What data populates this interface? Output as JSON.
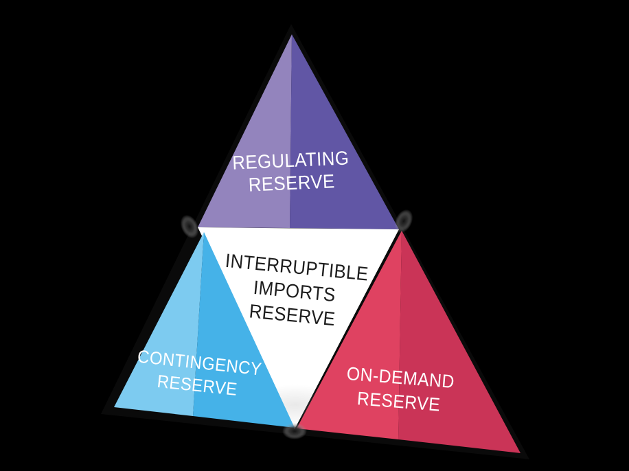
{
  "canvas": {
    "background_color": "#000000"
  },
  "diagram": {
    "type": "pyramid-infographic",
    "outline_color": "#0a0a0a",
    "backdrop_color": "#000000",
    "fold_shadow_color": "#6b6b6b",
    "sections": {
      "regulating": {
        "line1": "REGULATING",
        "line2": "RESERVE",
        "text_color": "#ffffff",
        "fill_left": "#9384bd",
        "fill_right": "#6156a5"
      },
      "interruptible": {
        "line1": "INTERRUPTIBLE",
        "line2": "IMPORTS",
        "line3": "RESERVE",
        "text_color": "#1d1d1d",
        "fill": "#ffffff"
      },
      "contingency": {
        "line1": "CONTINGENCY",
        "line2": "RESERVE",
        "text_color": "#ffffff",
        "fill_left": "#7dcbf0",
        "fill_right": "#45b2e8"
      },
      "ondemand": {
        "line1": "ON-DEMAND",
        "line2": "RESERVE",
        "text_color": "#ffffff",
        "fill_left": "#df4261",
        "fill_right": "#ca3457"
      }
    }
  }
}
